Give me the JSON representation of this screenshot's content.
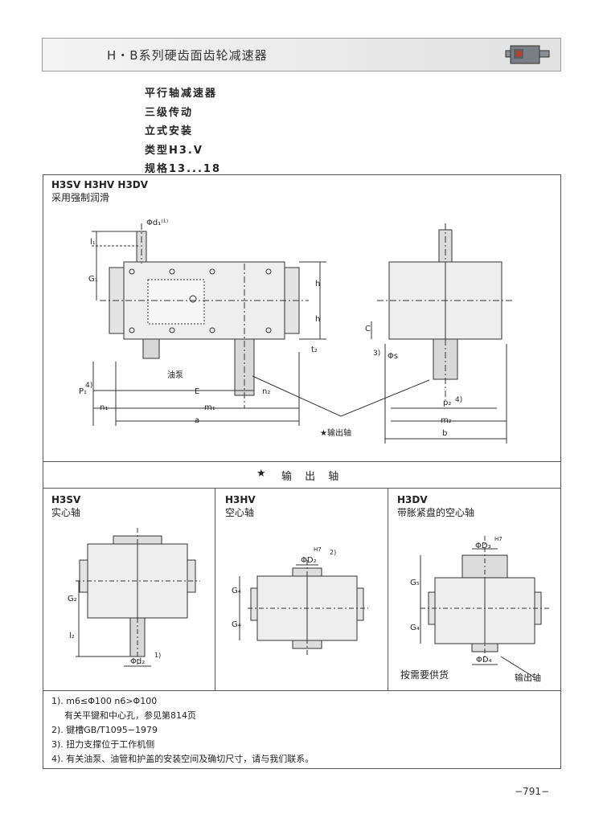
{
  "header": {
    "title": "H・B系列硬齿面齿轮减速器"
  },
  "specs": [
    "平行轴减速器",
    "三级传动",
    "立式安装",
    "类型H3.V",
    "规格13...18"
  ],
  "top_section": {
    "title": "H3SV H3HV H3DV",
    "subtitle": "采用强制润滑",
    "labels": {
      "d1": "Φd₁⁽¹⁾",
      "l1": "l₁",
      "G1": "G₁",
      "h_a": "h",
      "h_b": "h",
      "t2": "t₂",
      "pump": "油泵",
      "P1": "P₁",
      "P1_note": "4)",
      "E": "E",
      "n2": "n₂",
      "n1": "n₁",
      "m1": "m₁",
      "a": "a",
      "output_shaft_callout": "★输出轴",
      "C": "C",
      "s_note": "3)",
      "s": "Φs",
      "p2": "p₂",
      "p2_note": "4)",
      "m2": "m₂",
      "b": "b"
    }
  },
  "output_bar": {
    "star": "★",
    "title": "输 出 轴"
  },
  "variants": [
    {
      "code": "H3SV",
      "name": "实心轴",
      "labels": {
        "G2": "G₂",
        "l2": "l₂",
        "d2": "Φd₂",
        "note": "1)"
      }
    },
    {
      "code": "H3HV",
      "name": "空心轴",
      "labels": {
        "D2": "ΦD₂",
        "tol": "H7",
        "note": "2)",
        "G4a": "G₄",
        "G4b": "G₄"
      }
    },
    {
      "code": "H3DV",
      "name": "带胀紧盘的空心轴",
      "labels": {
        "D3": "ΦD₃",
        "tol": "H7",
        "G5": "G₅",
        "G4": "G₄",
        "D4": "ΦD₄",
        "supply": "按需要供货",
        "shaft": "输出轴"
      }
    }
  ],
  "notes": [
    "1). m6≤Φ100 n6>Φ100",
    "有关平键和中心孔，参见第814页",
    "2). 键槽GB/T1095−1979",
    "3). 扭力支撑位于工作机侧",
    "4). 有关油泵、油管和护盖的安装空间及确切尺寸，请与我们联系。"
  ],
  "page_number": "−791−"
}
